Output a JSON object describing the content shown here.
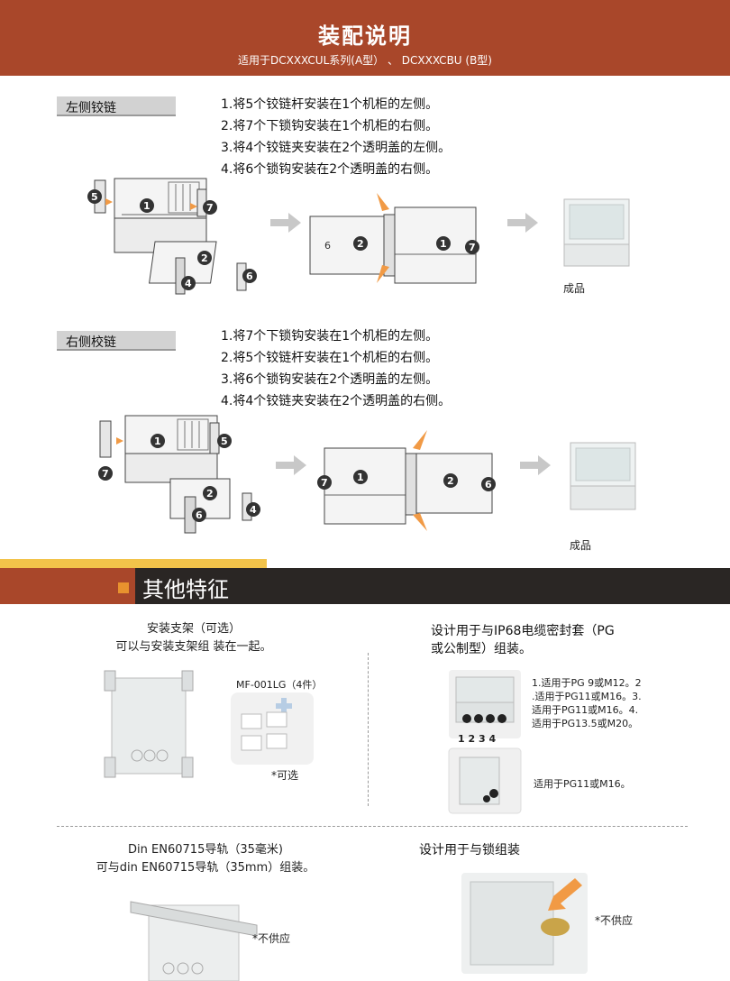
{
  "header": {
    "title": "装配说明",
    "subtitle": "适用于DCXXXCUL系列(A型） 、 DCXXXCBU (B型)"
  },
  "left_hinge": {
    "label": "左侧铰链",
    "steps": [
      "1.将5个铰链杆安装在1个机柜的左侧。",
      "2.将7个下锁钩安装在1个机柜的右侧。",
      "3.将4个铰链夹安装在2个透明盖的左侧。",
      "4.将6个锁钩安装在2个透明盖的右侧。"
    ],
    "product_caption": "成品"
  },
  "right_hinge": {
    "label": "右侧校链",
    "steps": [
      "1.将7个下锁钩安装在1个机柜的左侧。",
      "2.将5个铰链杆安装在1个机柜的右侧。",
      "3.将6个锁钩安装在2个透明盖的左侧。",
      "4.将4个铰链夹安装在2个透明盖的右侧。"
    ],
    "product_caption": "成品"
  },
  "other_features": {
    "title": "其他特征",
    "bracket": {
      "line1": "安装支架（可选）",
      "line2": "可以与安装支架组 装在一起。",
      "part_label": "MF-001LG（4件）",
      "note": "*可选"
    },
    "cable": {
      "heading_line1": "设计用于与IP68电缆密封套（PG",
      "heading_line2": "或公制型）组装。",
      "spec_lines": [
        "1.适用于PG 9或M12。2",
        ".适用于PG11或M16。3.",
        "适用于PG11或M16。4.",
        "适用于PG13.5或M20。"
      ],
      "port_numbers": "1  2  3  4",
      "spec2": "适用于PG11或M16。"
    },
    "din": {
      "line1": "Din EN60715导轨（35毫米)",
      "line2": "可与din EN60715导轨（35mm）组装。",
      "note": "*不供应"
    },
    "lock": {
      "heading": "设计用于与锁组装",
      "note": "*不供应"
    }
  },
  "colors": {
    "header_brown": "#a9472a",
    "accent_gold": "#f2c34a",
    "accent_orange": "#e8922e",
    "band_dark": "#2a2624",
    "label_gray": "#d2d2d2"
  }
}
